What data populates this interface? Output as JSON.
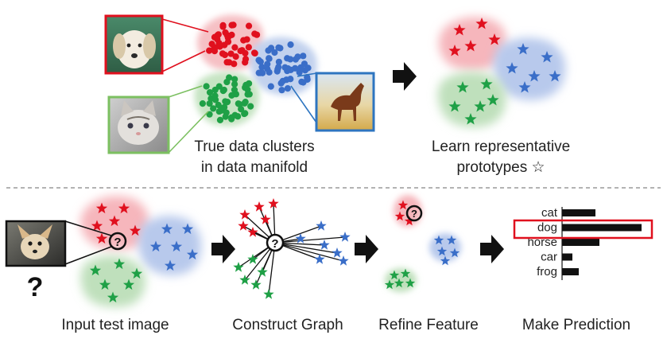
{
  "top": {
    "caption_clusters_line1": "True data clusters",
    "caption_clusters_line2": "in data manifold",
    "caption_prototypes_line1": "Learn representative",
    "caption_prototypes_line2": "prototypes ☆"
  },
  "bottom": {
    "step1": "Input test image",
    "step2": "Construct Graph",
    "step3": "Refine Feature",
    "step4": "Make Prediction",
    "query_mark": "?"
  },
  "prediction": {
    "highlight": "dog",
    "bars": [
      {
        "label": "cat",
        "value": 0.42
      },
      {
        "label": "dog",
        "value": 1.0
      },
      {
        "label": "horse",
        "value": 0.47
      },
      {
        "label": "car",
        "value": 0.13
      },
      {
        "label": "frog",
        "value": 0.21
      }
    ]
  },
  "colors": {
    "red": "#e0101e",
    "green": "#1fa046",
    "blue": "#3a6ec8",
    "red_blob": "#f5a8ae",
    "green_blob": "#b7dcb5",
    "blue_blob": "#b0c4e8",
    "dog_frame": "#e0101e",
    "cat_frame": "#7cc061",
    "horse_frame": "#2e75c0",
    "highlight_box": "#e0101e"
  },
  "icons": {
    "step_arrow": "right-arrow-icon",
    "prototype": "star-icon",
    "dog_photo": "puppy-photo",
    "cat_photo": "kitten-photo",
    "horse_photo": "horse-photo",
    "query_photo": "chihuahua-photo"
  }
}
